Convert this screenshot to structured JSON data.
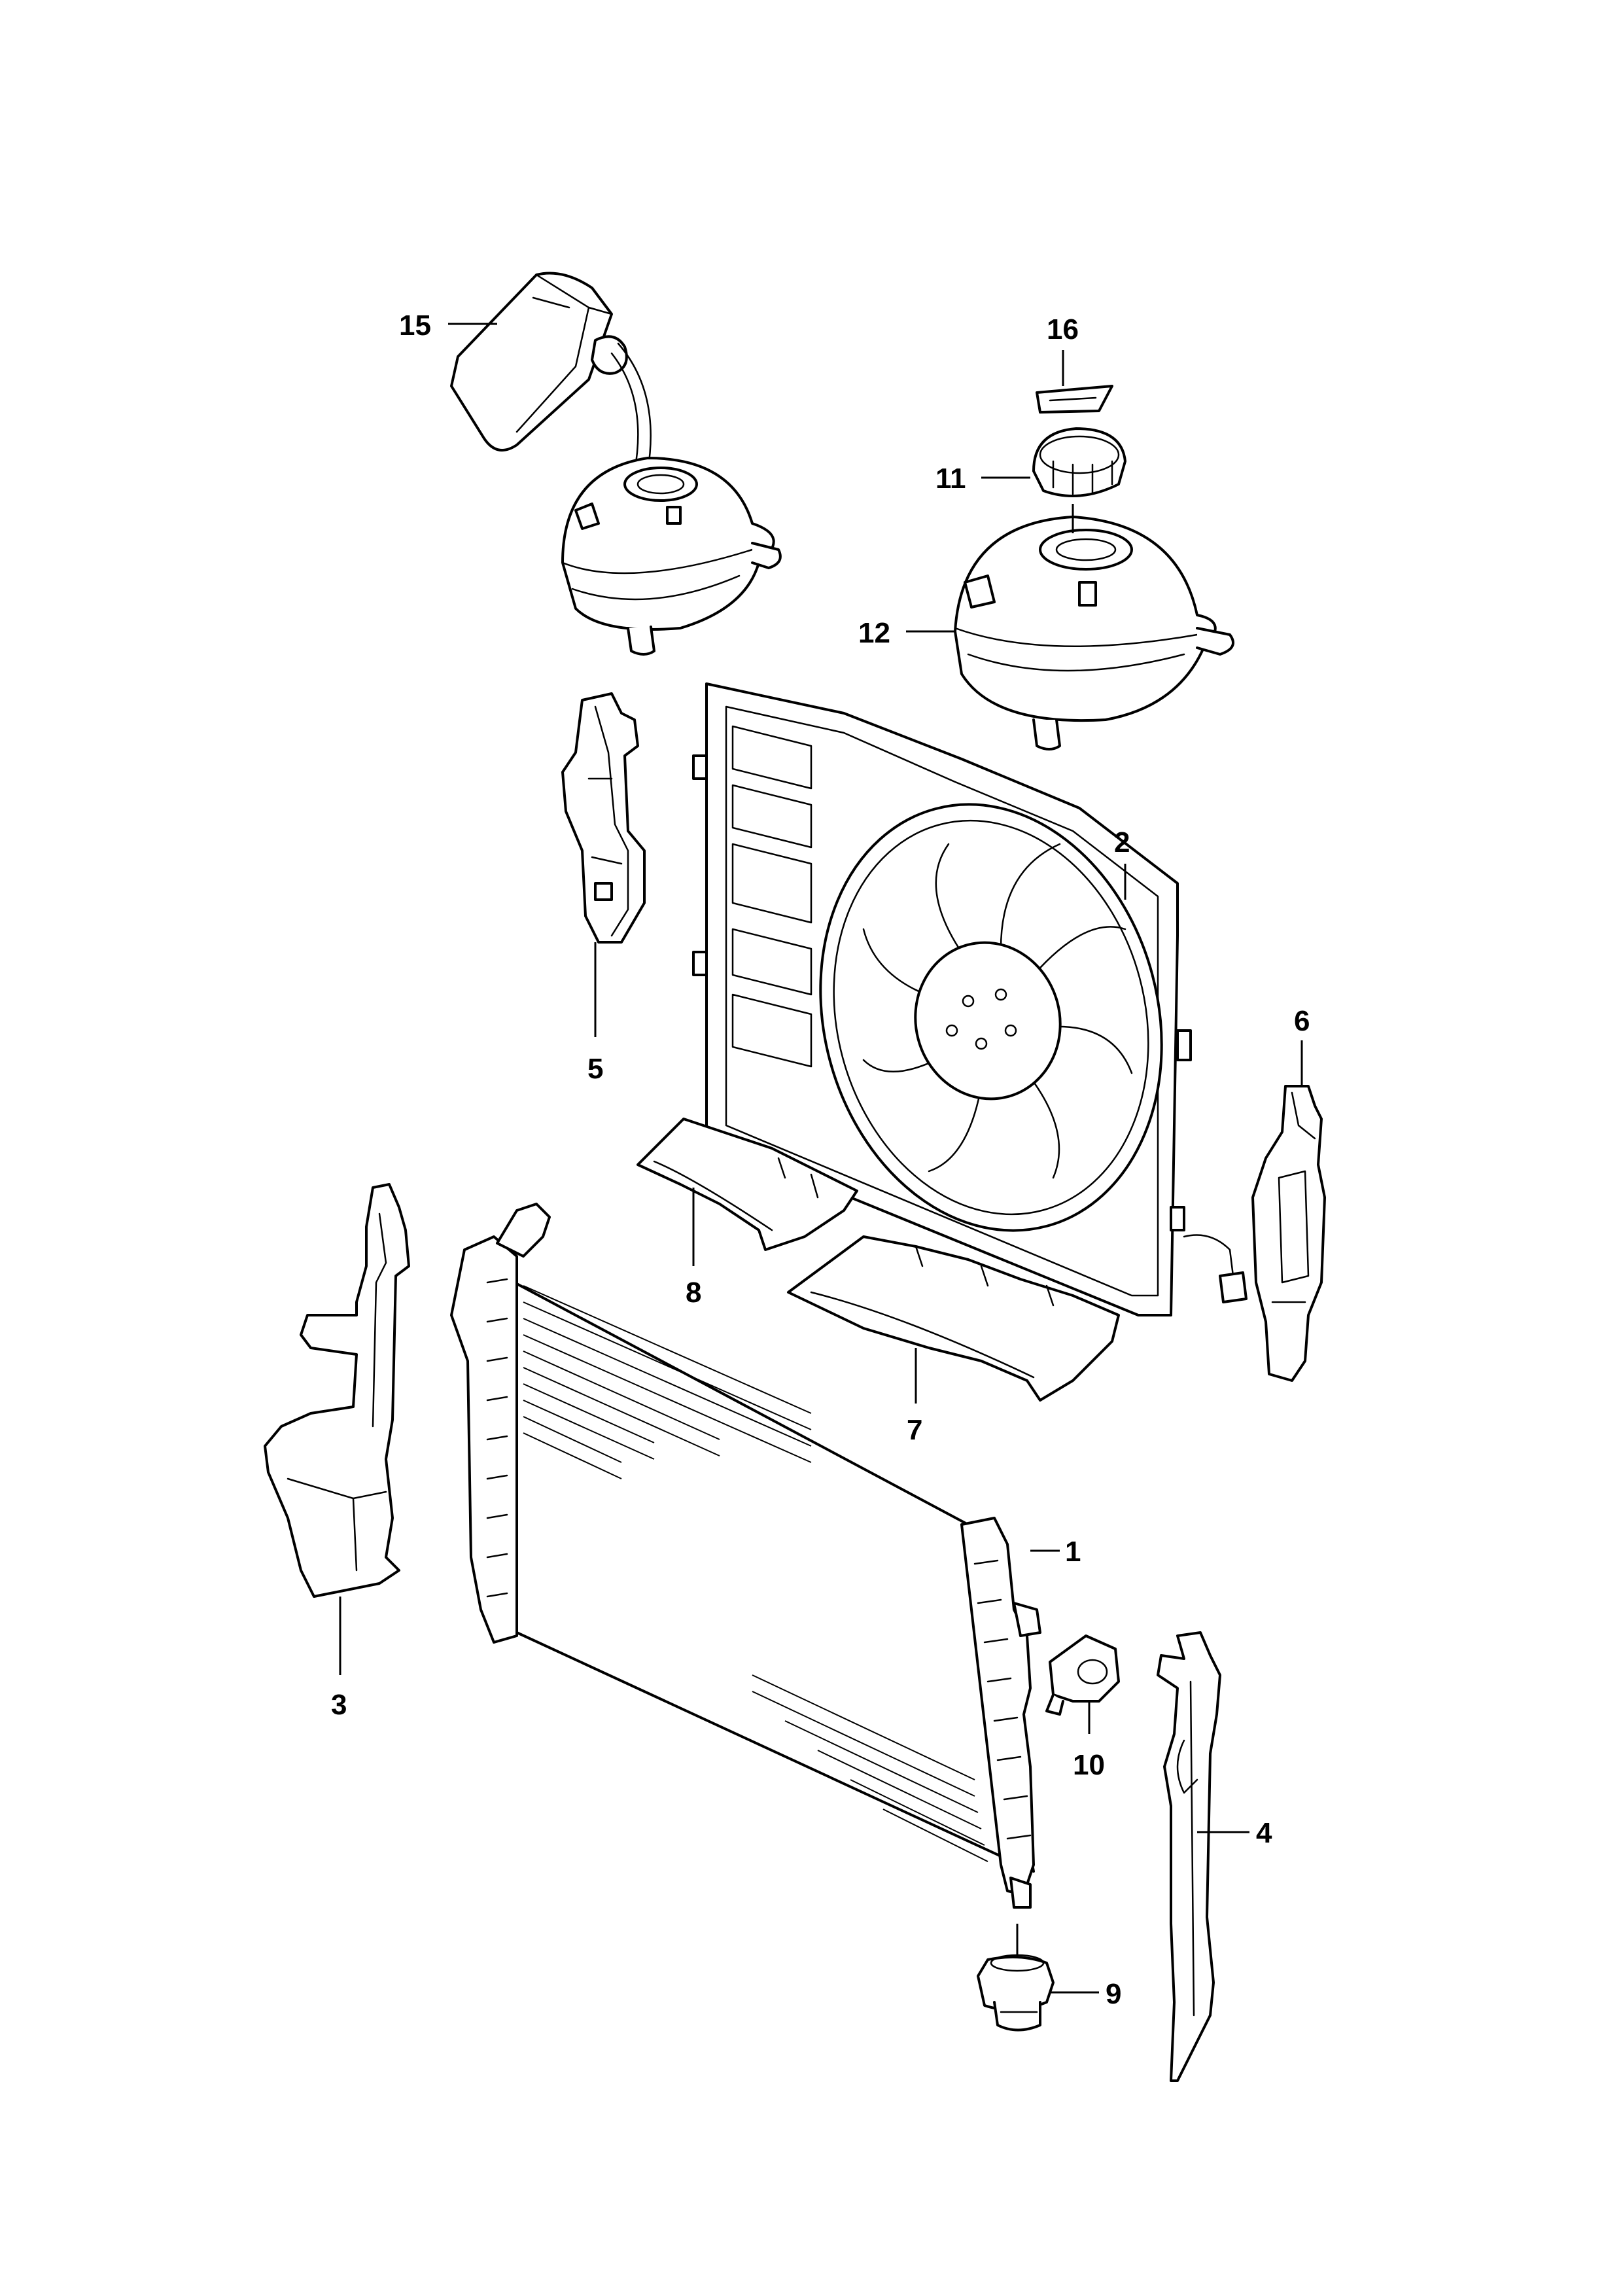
{
  "callouts": [
    {
      "id": "p1",
      "label": "1"
    },
    {
      "id": "p2",
      "label": "2"
    },
    {
      "id": "p3",
      "label": "3"
    },
    {
      "id": "p4",
      "label": "4"
    },
    {
      "id": "p5",
      "label": "5"
    },
    {
      "id": "p6",
      "label": "6"
    },
    {
      "id": "p7",
      "label": "7"
    },
    {
      "id": "p8",
      "label": "8"
    },
    {
      "id": "p9",
      "label": "9"
    },
    {
      "id": "p10",
      "label": "10"
    },
    {
      "id": "p11",
      "label": "11"
    },
    {
      "id": "p12",
      "label": "12"
    },
    {
      "id": "p15",
      "label": "15"
    },
    {
      "id": "p16",
      "label": "16"
    }
  ],
  "colors": {
    "line": "#000000",
    "background": "#ffffff"
  }
}
